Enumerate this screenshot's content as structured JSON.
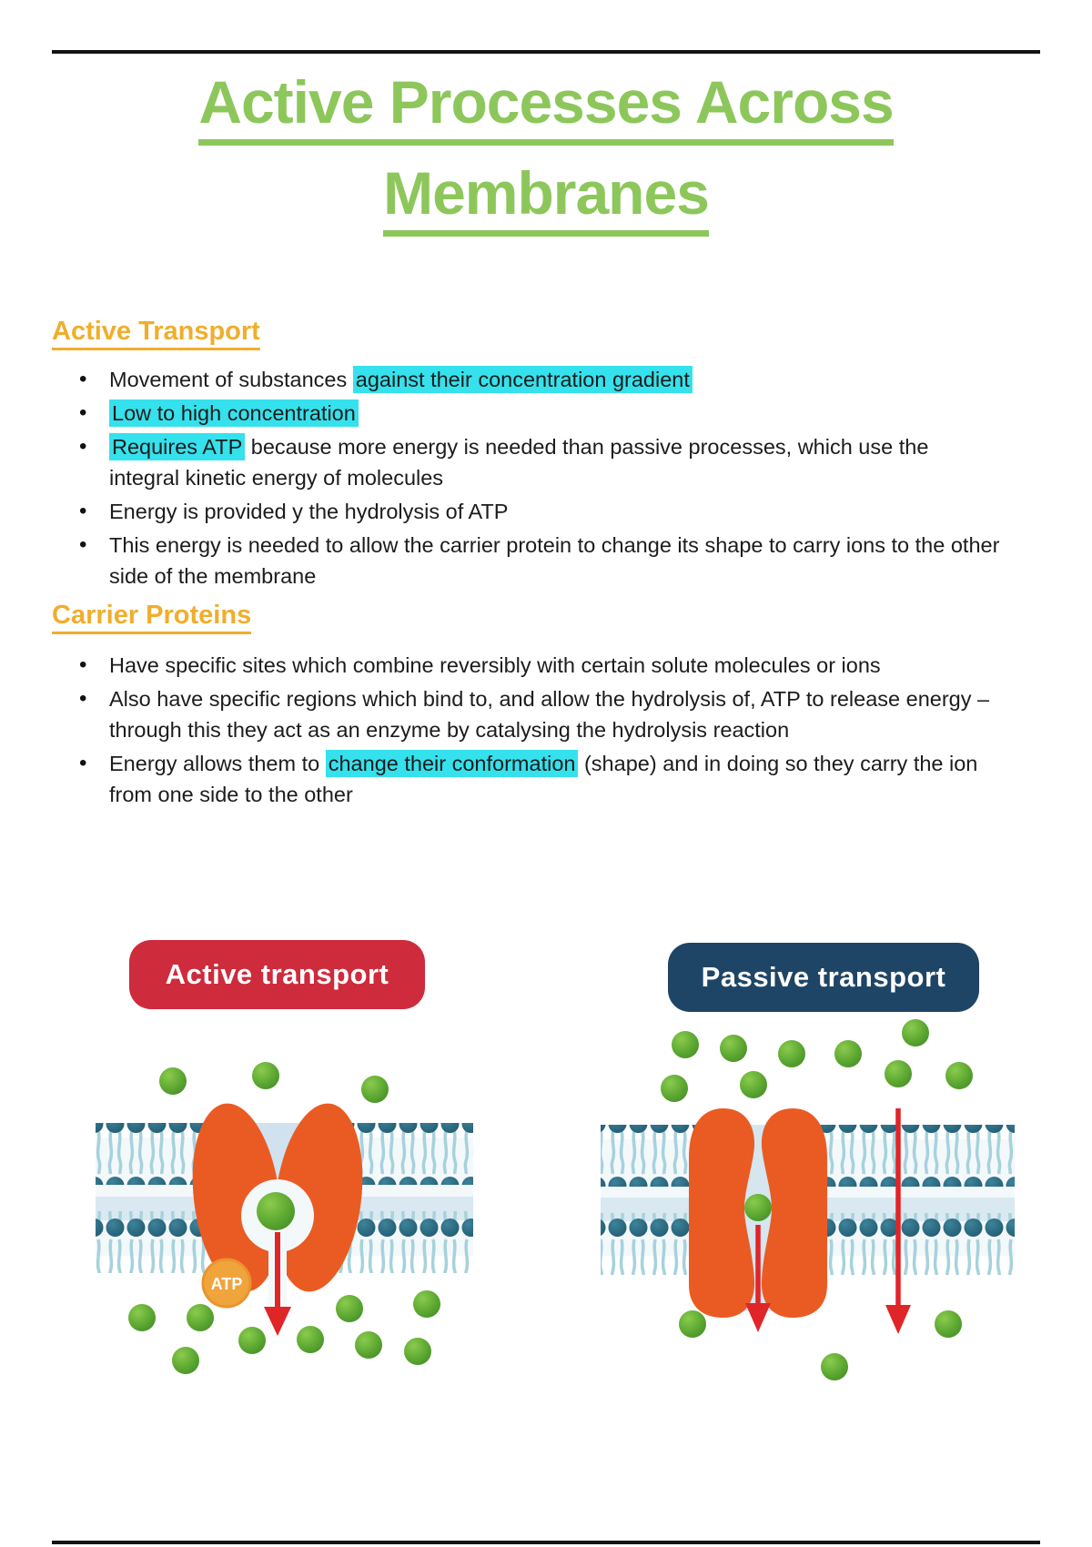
{
  "page": {
    "title_line1": "Active Processes Across",
    "title_line2": "Membranes"
  },
  "sections": {
    "active_transport": {
      "heading": "Active Transport",
      "bullets": [
        {
          "segments": [
            {
              "t": "Movement of substances ",
              "hl": false
            },
            {
              "t": "against their concentration gradient",
              "hl": true
            }
          ]
        },
        {
          "segments": [
            {
              "t": "Low to high concentration",
              "hl": true
            }
          ]
        },
        {
          "segments": [
            {
              "t": "Requires ATP",
              "hl": true
            },
            {
              "t": " because more energy is needed than passive processes, which use the integral kinetic energy of molecules",
              "hl": false
            }
          ]
        },
        {
          "segments": [
            {
              "t": "Energy is provided y the hydrolysis of ATP",
              "hl": false
            }
          ]
        },
        {
          "segments": [
            {
              "t": "This energy is needed to allow the carrier protein to change its shape to carry ions to the other side of the membrane",
              "hl": false
            }
          ]
        }
      ]
    },
    "carrier_proteins": {
      "heading": "Carrier Proteins",
      "bullets": [
        {
          "segments": [
            {
              "t": "Have specific sites which combine reversibly with certain solute molecules or ions",
              "hl": false
            }
          ]
        },
        {
          "segments": [
            {
              "t": "Also have specific regions which bind to, and allow the hydrolysis of, ATP to release energy – through this they act as an enzyme by catalysing the hydrolysis reaction",
              "hl": false
            }
          ]
        },
        {
          "segments": [
            {
              "t": "Energy allows them to ",
              "hl": false
            },
            {
              "t": "change their conformation",
              "hl": true
            },
            {
              "t": " (shape) and in doing so they carry the ion from one side to the other",
              "hl": false
            }
          ]
        }
      ]
    }
  },
  "diagram": {
    "active_badge": "Active transport",
    "passive_badge": "Passive transport",
    "atp_label": "ATP",
    "colors": {
      "title_green": "#8DC75B",
      "heading_orange": "#EFAE2C",
      "highlight_cyan": "#35E1EC",
      "body_text": "#1C1C1C",
      "active_badge_red": "#CE2B3D",
      "passive_badge_navy": "#1F4566",
      "protein_orange": "#EA5B23",
      "molecule_green": "#5AA630",
      "lipid_head_teal": "#24647A",
      "arrow_red": "#E02528",
      "atp_gold": "#F0A43C"
    }
  }
}
